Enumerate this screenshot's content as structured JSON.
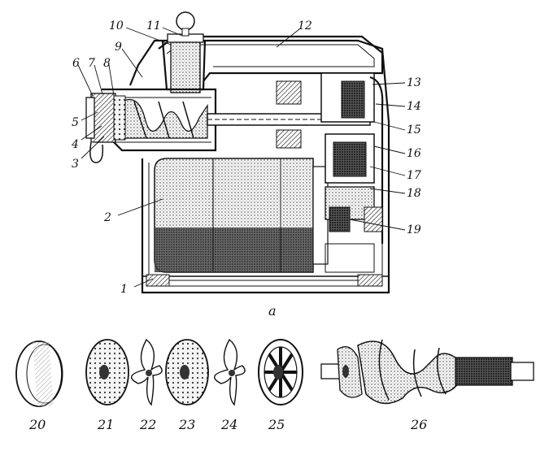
{
  "figure": {
    "callouts": [
      "1",
      "2",
      "3",
      "4",
      "5",
      "6",
      "7",
      "8",
      "9",
      "10",
      "11",
      "12",
      "13",
      "14",
      "15",
      "16",
      "17",
      "18",
      "19"
    ],
    "sublabel": "a",
    "parts": [
      "20",
      "21",
      "22",
      "23",
      "24",
      "25",
      "26"
    ]
  },
  "colors": {
    "ink": "#111111",
    "paper": "#ffffff",
    "shade": "#9a9a9a",
    "dark": "#2a2a2a"
  }
}
